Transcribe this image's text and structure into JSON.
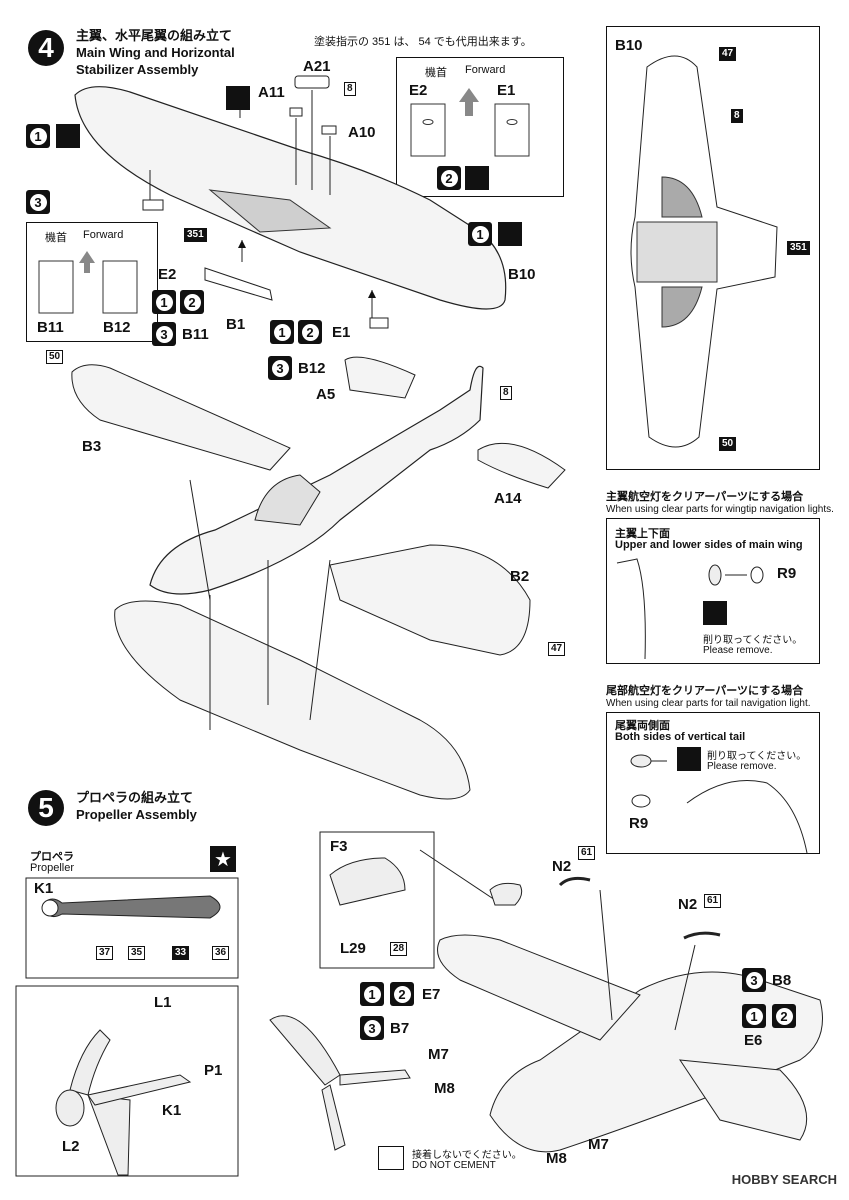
{
  "step4": {
    "number": "4",
    "title_jp": "主翼、水平尾翼の組み立て",
    "title_en_1": "Main Wing and Horizontal",
    "title_en_2": "Stabilizer Assembly",
    "paint_note": "塗装指示の 351 は、 54 でも代用出来ます。",
    "parts": {
      "a21": "A21",
      "a11": "A11",
      "a10": "A10",
      "e2": "E2",
      "b1": "B1",
      "e1": "E1",
      "b10": "B10",
      "b11": "B11",
      "b12": "B12",
      "a5": "A5",
      "b3": "B3",
      "a14": "A14",
      "b2": "B2"
    },
    "colors": {
      "c8": "8",
      "c351": "351",
      "c50": "50",
      "c47": "47"
    },
    "forward_jp": "機首",
    "forward_en": "Forward"
  },
  "step5": {
    "number": "5",
    "title_jp": "プロペラの組み立て",
    "title_en": "Propeller Assembly",
    "propeller_jp": "プロペラ",
    "propeller_en": "Propeller",
    "parts": {
      "k1": "K1",
      "l1": "L1",
      "p1": "P1",
      "k1b": "K1",
      "l2": "L2",
      "f3": "F3",
      "l29": "L29",
      "n2a": "N2",
      "n2b": "N2",
      "e7": "E7",
      "b7": "B7",
      "m7a": "M7",
      "m8a": "M8",
      "m7b": "M7",
      "m8b": "M8",
      "b8": "B8",
      "e6": "E6"
    },
    "colors": {
      "c37": "37",
      "c35": "35",
      "c33": "33",
      "c36": "36",
      "c28": "28",
      "c61a": "61",
      "c61b": "61"
    },
    "cement_jp": "接着しないでください。",
    "cement_en": "DO NOT CEMENT"
  },
  "right_panel": {
    "b10": "B10",
    "colors": {
      "c47": "47",
      "c8": "8",
      "c351": "351",
      "c50": "50"
    }
  },
  "wingtip_note": {
    "title_jp": "主翼航空灯をクリアーパーツにする場合",
    "title_en": "When using clear parts for wingtip navigation lights.",
    "box_jp": "主翼上下面",
    "box_en": "Upper and lower sides of main wing",
    "part": "R9",
    "remove_jp": "削り取ってください。",
    "remove_en": "Please remove."
  },
  "tail_note": {
    "title_jp": "尾部航空灯をクリアーパーツにする場合",
    "title_en": "When using clear parts for tail navigation light.",
    "box_jp": "尾翼両側面",
    "box_en": "Both sides of vertical tail",
    "part": "R9",
    "remove_jp": "削り取ってください。",
    "remove_en": "Please remove."
  },
  "watermark": "HOBBY SEARCH",
  "badge_nums": {
    "one": "1",
    "two": "2",
    "three": "3"
  }
}
